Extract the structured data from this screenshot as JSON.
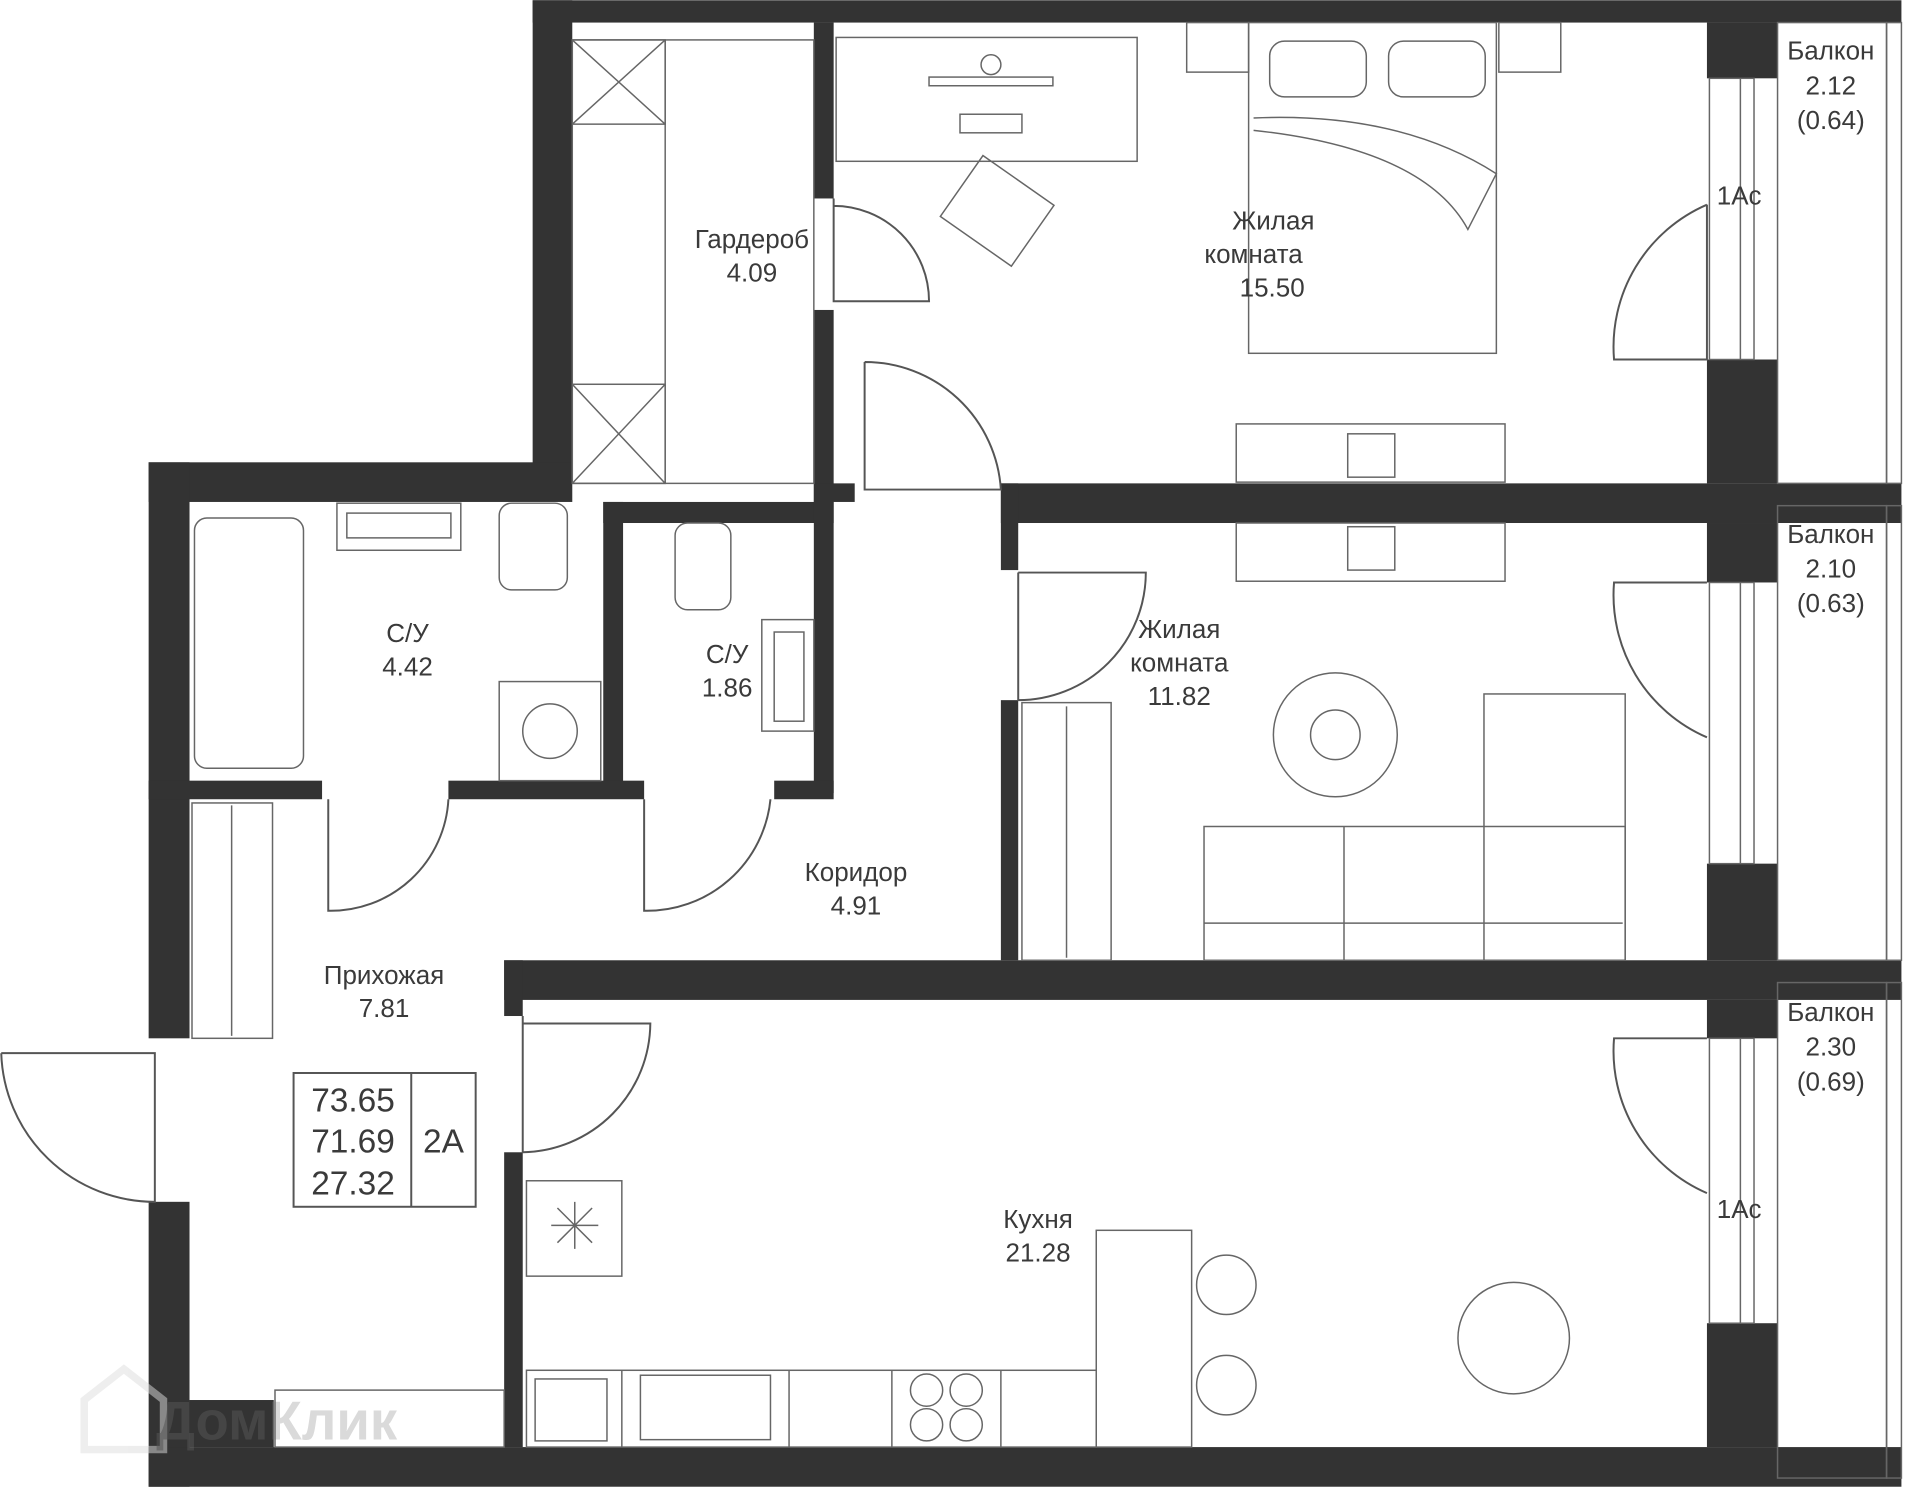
{
  "rooms": {
    "wardrobe": {
      "name": "Гардероб",
      "area": "4.09"
    },
    "bedroom": {
      "name1": "Жилая",
      "name2": "комната",
      "area": "15.50"
    },
    "bath1": {
      "name": "С/У",
      "area": "4.42"
    },
    "bath2": {
      "name": "С/У",
      "area": "1.86"
    },
    "living": {
      "name1": "Жилая",
      "name2": "комната",
      "area": "11.82"
    },
    "corridor": {
      "name": "Коридор",
      "area": "4.91"
    },
    "hall": {
      "name": "Прихожая",
      "area": "7.81"
    },
    "kitchen": {
      "name": "Кухня",
      "area": "21.28"
    }
  },
  "balconies": [
    {
      "name": "Балкон",
      "area": "2.12",
      "reduced": "(0.64)"
    },
    {
      "name": "Балкон",
      "area": "2.10",
      "reduced": "(0.63)"
    },
    {
      "name": "Балкон",
      "area": "2.30",
      "reduced": "(0.69)"
    }
  ],
  "window_marks": [
    "1Ac",
    "1Ac"
  ],
  "summary": {
    "total": "73.65",
    "living_total": "71.69",
    "living": "27.32",
    "type": "2A"
  },
  "watermark": "ДомКлик",
  "colors": {
    "wall": "#333333",
    "line": "#555555"
  }
}
